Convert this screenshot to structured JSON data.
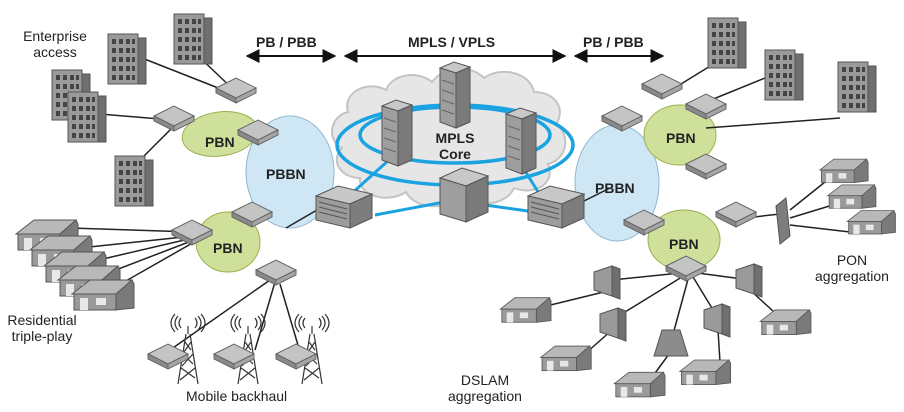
{
  "header": {
    "left": "PB / PBB",
    "middle": "MPLS / VPLS",
    "right": "PB / PBB"
  },
  "clouds": {
    "core": [
      "MPLS",
      "Core"
    ],
    "pbbn_left": "PBBN",
    "pbbn_right": "PBBN",
    "pbn": "PBN"
  },
  "labels": {
    "enterprise": [
      "Enterprise",
      "access"
    ],
    "residential": [
      "Residential",
      "triple-play"
    ],
    "mobile": "Mobile backhaul",
    "dslam": [
      "DSLAM",
      "aggregation"
    ],
    "pon": [
      "PON",
      "aggregation"
    ]
  },
  "colors": {
    "pbbn_fill": "#cfe6f5",
    "pbn_fill": "#cfe09a",
    "core_link": "#1aa3e0",
    "core_cloud": "#e6e6e6",
    "device_gray": "#8c8c8c"
  }
}
